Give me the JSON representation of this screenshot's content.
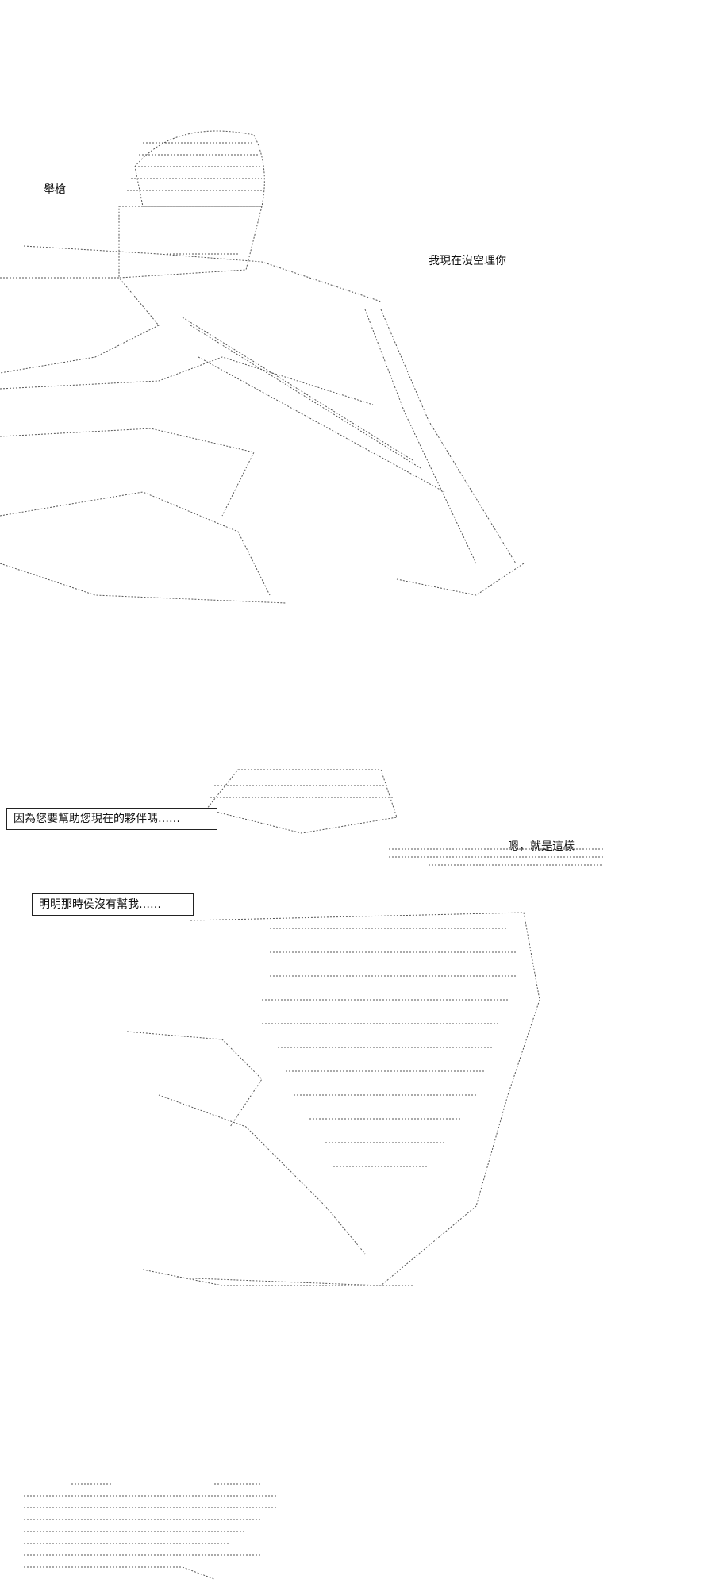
{
  "panel1": {
    "label_left": "舉槍",
    "label_right": "我現在沒空理你"
  },
  "panel2": {
    "box1": "因為您要幫助您現在的夥伴嗎……",
    "box2": "明明那時侯沒有幫我……",
    "label_right": "嗯，就是這樣"
  }
}
